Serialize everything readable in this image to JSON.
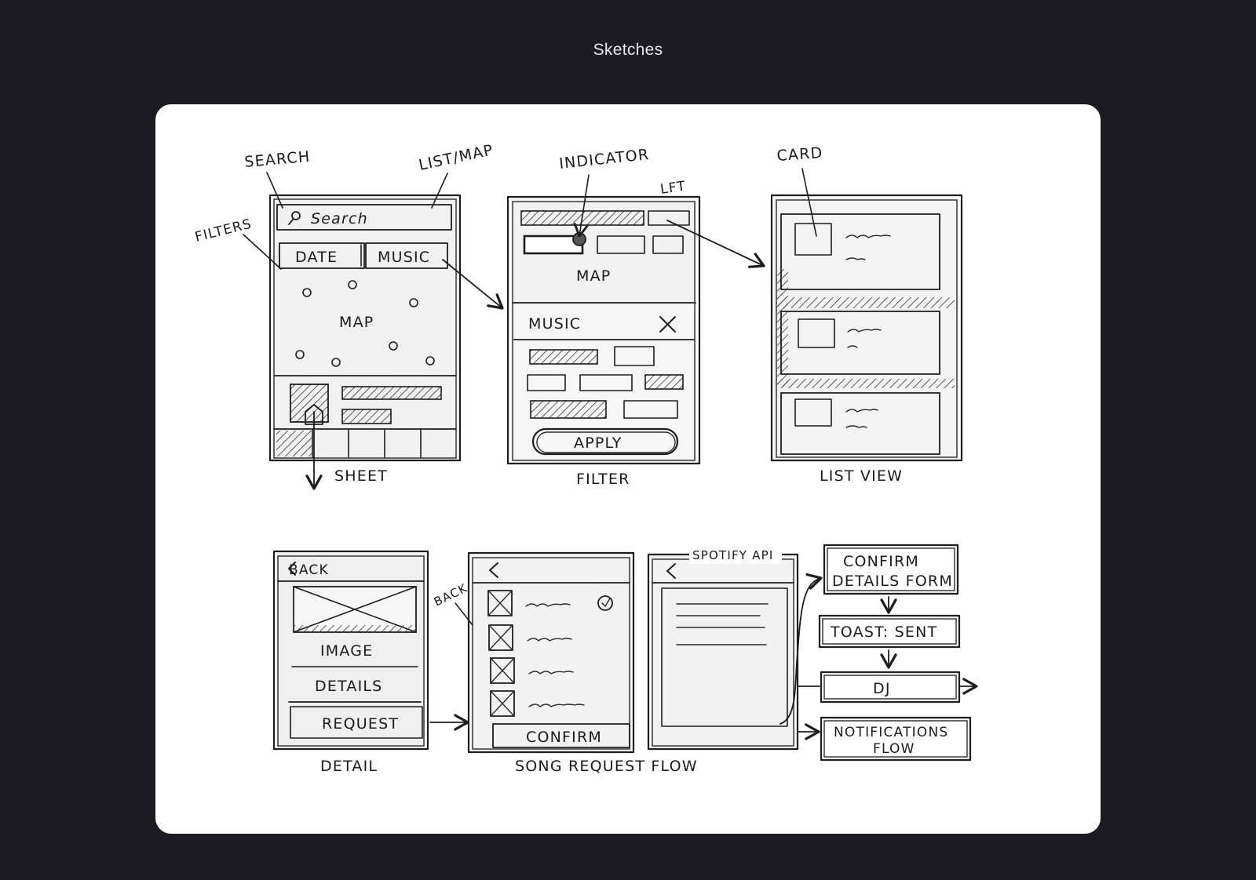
{
  "page": {
    "title": "Sketches"
  },
  "annotations": {
    "search": "SEARCH",
    "list_map": "LIST/MAP",
    "filters": "FILTERS",
    "indicator": "INDICATOR",
    "lft": "LFT",
    "card": "CARD",
    "back": "BACK",
    "spotify_api": "SPOTIFY API"
  },
  "screens": {
    "map": {
      "search_placeholder": "Search",
      "chip_date": "DATE",
      "chip_music": "MUSIC",
      "map_label": "MAP",
      "caption": "SHEET"
    },
    "filter": {
      "map_label": "MAP",
      "sheet_title": "MUSIC",
      "apply_label": "APPLY",
      "caption": "FILTER"
    },
    "list": {
      "caption": "LIST VIEW"
    },
    "detail": {
      "back_label": "BACK",
      "image_label": "IMAGE",
      "details_label": "DETAILS",
      "request_label": "REQUEST",
      "caption": "DETAIL"
    },
    "song_request": {
      "confirm_label": "CONFIRM",
      "caption": "SONG REQUEST FLOW"
    }
  },
  "flow_boxes": {
    "confirm_line1": "CONFIRM",
    "confirm_line2": "DETAILS FORM",
    "toast": "TOAST: SENT",
    "dj": "DJ",
    "notifications_line1": "NOTIFICATIONS",
    "notifications_line2": "FLOW"
  }
}
